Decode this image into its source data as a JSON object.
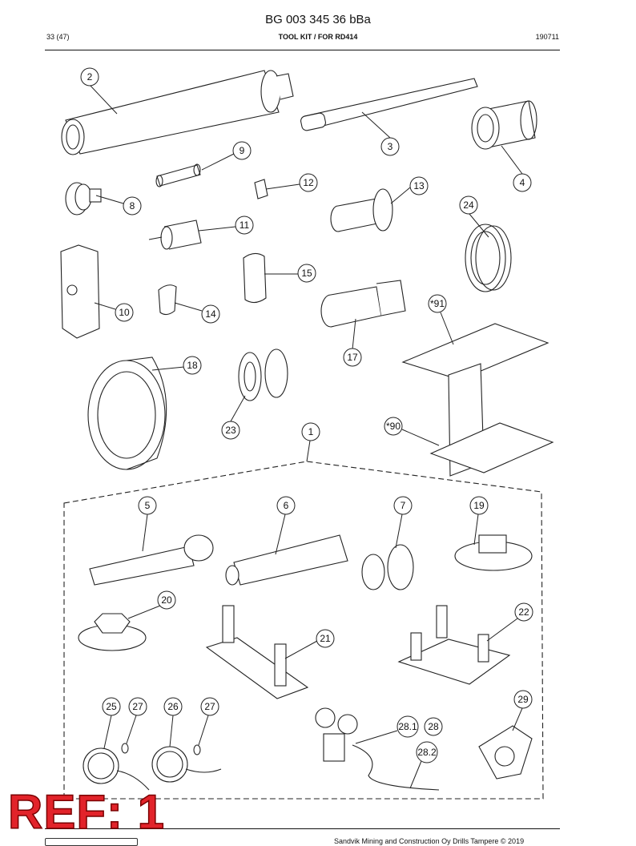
{
  "header": {
    "doc_number": "BG 003 345 36 bBa",
    "page": "33 (47)",
    "title": "TOOL KIT / FOR RD414",
    "date_code": "190711"
  },
  "callouts": {
    "c2": "2",
    "c3": "3",
    "c4": "4",
    "c8": "8",
    "c9": "9",
    "c10": "10",
    "c11": "11",
    "c12": "12",
    "c13": "13",
    "c14": "14",
    "c15": "15",
    "c17": "17",
    "c18": "18",
    "c23": "23",
    "c24": "24",
    "c90": "*90",
    "c91": "*91",
    "c1": "1",
    "c5": "5",
    "c6": "6",
    "c7": "7",
    "c19": "19",
    "c20": "20",
    "c21": "21",
    "c22": "22",
    "c25": "25",
    "c27a": "27",
    "c26": "26",
    "c27b": "27",
    "c28_1": "28.1",
    "c28": "28",
    "c28_2": "28.2",
    "c29": "29"
  },
  "stamp": {
    "text": "REF: 1",
    "color": "#e2232a"
  },
  "footer": {
    "copyright": "Sandvik Mining and Construction Oy Drills Tampere © 2019"
  }
}
